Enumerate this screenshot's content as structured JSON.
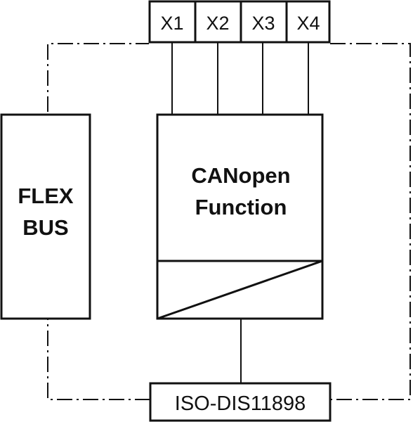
{
  "ports": [
    "X1",
    "X2",
    "X3",
    "X4"
  ],
  "flexbus": {
    "line1": "FLEX",
    "line2": "BUS"
  },
  "canopen": {
    "line1": "CANopen",
    "line2": "Function"
  },
  "bus_standard": "ISO-DIS11898"
}
